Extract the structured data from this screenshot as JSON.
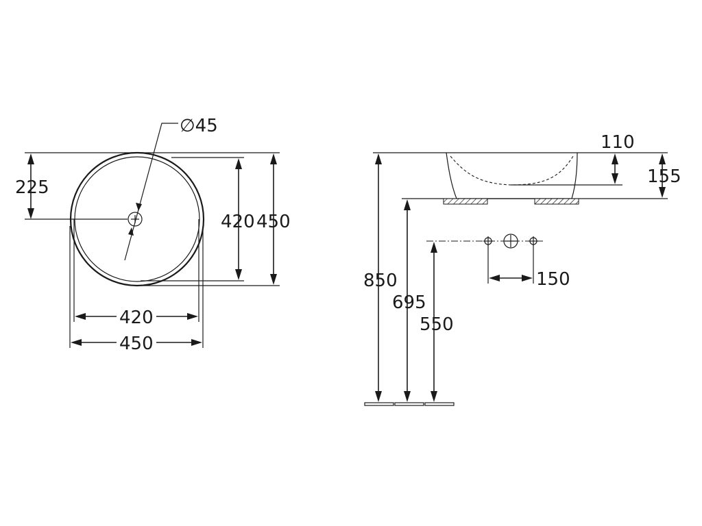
{
  "top_view": {
    "drain_diameter_label": "∅45",
    "drain_offset_label": "225",
    "inner_height_label": "420",
    "outer_height_label": "450",
    "inner_width_label": "420",
    "outer_width_label": "450"
  },
  "side_view": {
    "rim_to_drain_label": "110",
    "basin_height_label": "155",
    "rim_height_label": "850",
    "counter_height_label": "695",
    "tap_height_label": "550",
    "tap_spacing_label": "150"
  }
}
